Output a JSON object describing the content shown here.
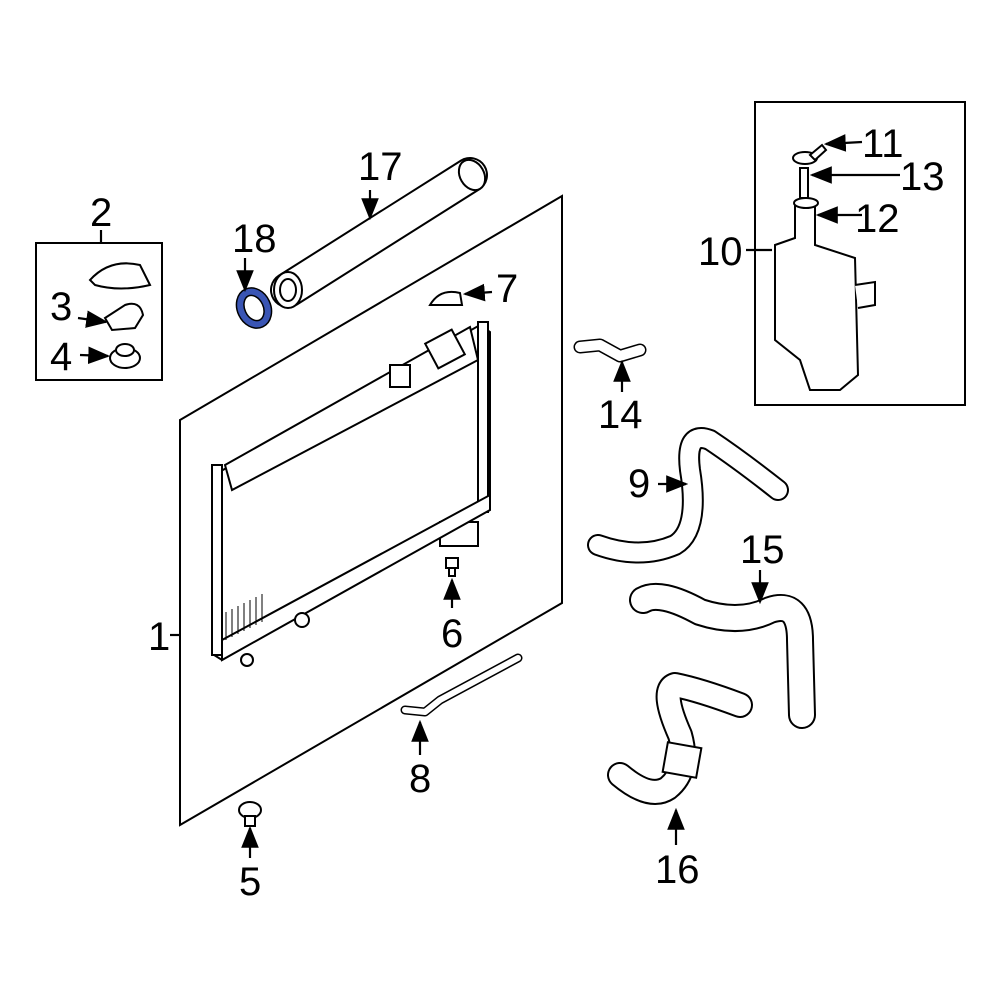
{
  "diagram": {
    "highlight_color": "#3a55b4",
    "callouts": {
      "c1": "1",
      "c2": "2",
      "c3": "3",
      "c4": "4",
      "c5": "5",
      "c6": "6",
      "c7": "7",
      "c8": "8",
      "c9": "9",
      "c10": "10",
      "c11": "11",
      "c12": "12",
      "c13": "13",
      "c14": "14",
      "c15": "15",
      "c16": "16",
      "c17": "17",
      "c18": "18"
    }
  }
}
